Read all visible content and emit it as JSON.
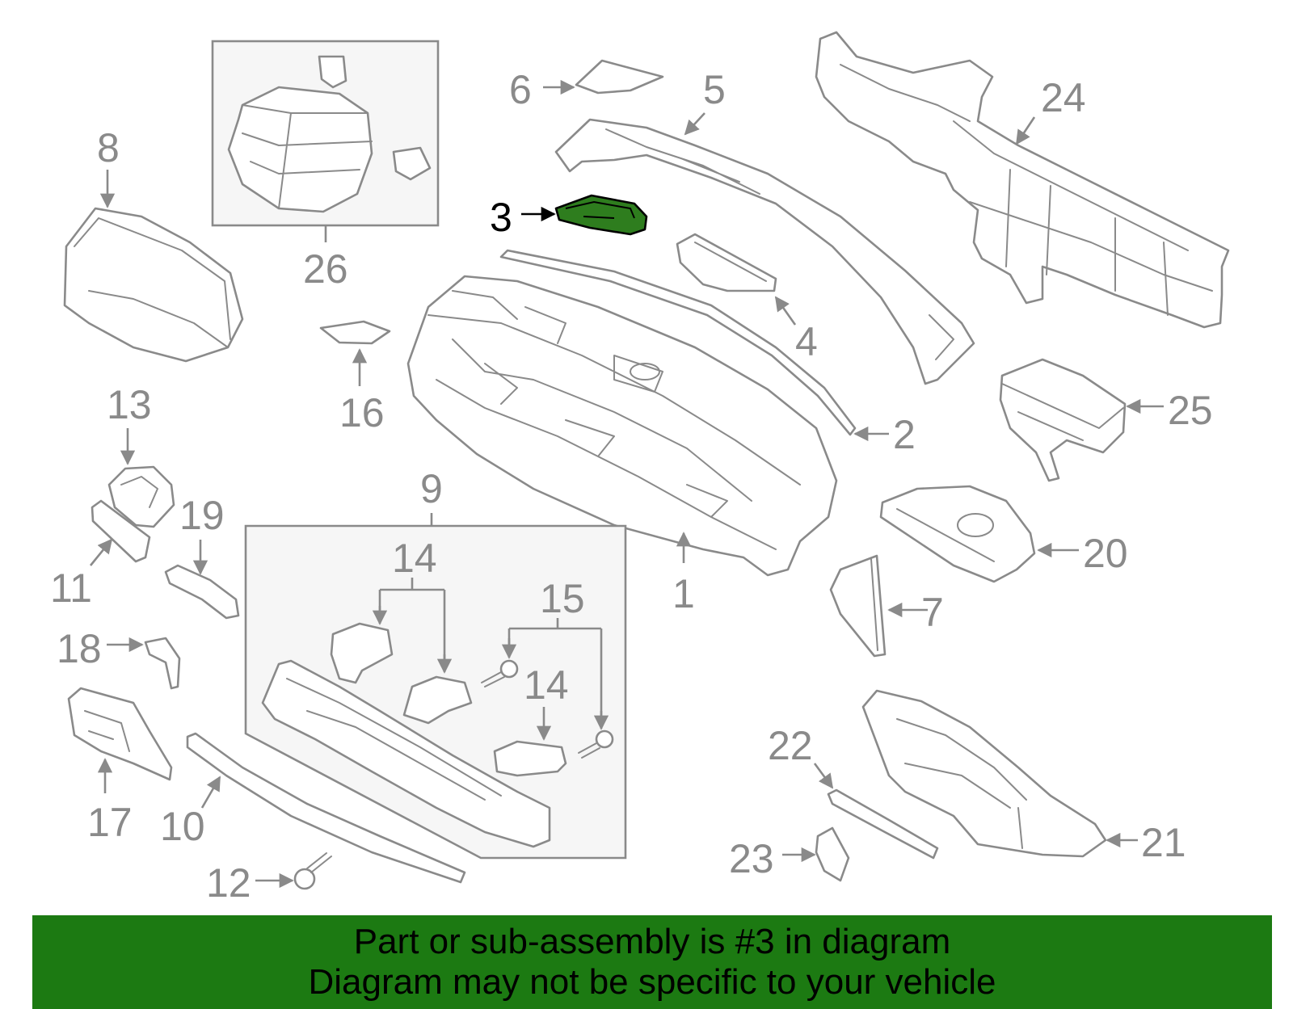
{
  "diagram": {
    "highlight_color": "#2e7d1e",
    "line_color": "#8a8a8a",
    "callouts": {
      "c1": "1",
      "c2": "2",
      "c3": "3",
      "c4": "4",
      "c5": "5",
      "c6": "6",
      "c7": "7",
      "c8": "8",
      "c9": "9",
      "c10": "10",
      "c11": "11",
      "c12": "12",
      "c13": "13",
      "c14a": "14",
      "c14b": "14",
      "c15": "15",
      "c16": "16",
      "c17": "17",
      "c18": "18",
      "c19": "19",
      "c20": "20",
      "c21": "21",
      "c22": "22",
      "c23": "23",
      "c24": "24",
      "c25": "25",
      "c26": "26"
    }
  },
  "banner": {
    "background": "#1c7a12",
    "line1": "Part or sub-assembly is #3 in diagram",
    "line2": "Diagram may not be specific to your vehicle"
  }
}
